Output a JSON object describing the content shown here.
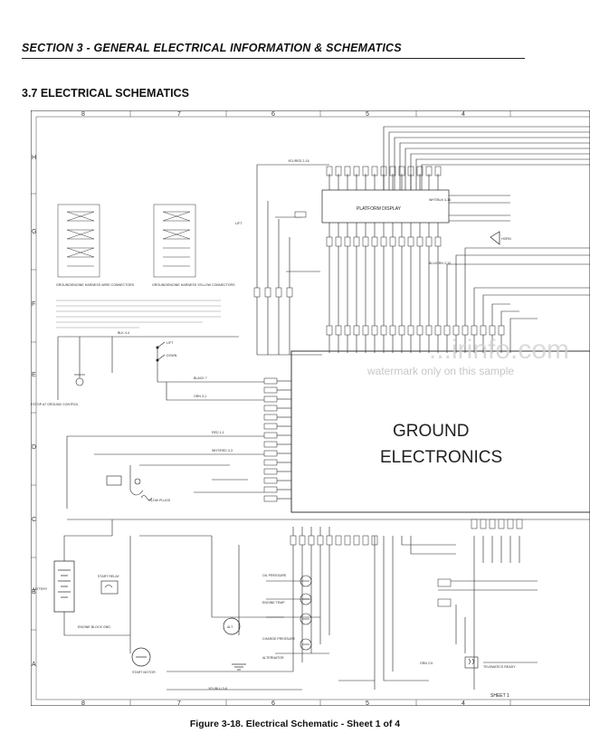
{
  "header": {
    "section_title": "SECTION 3 - GENERAL ELECTRICAL INFORMATION & SCHEMATICS",
    "subsection_title": "3.7    ELECTRICAL SCHEMATICS"
  },
  "diagram": {
    "block_label_line1": "GROUND",
    "block_label_line2": "ELECTRONICS",
    "sheet_label": "SHEET 1",
    "column_markers": [
      "8",
      "7",
      "6",
      "5",
      "4"
    ],
    "row_markers": [
      "H",
      "G",
      "F",
      "E",
      "D",
      "C",
      "B",
      "A"
    ],
    "component_labels": {
      "platform_display": "PLATFORM DISPLAY",
      "glow_plugs": "GLOW PLUGS",
      "lift": "LIFT",
      "down": "DOWN",
      "oil_pressure": "OIL PRESSURE",
      "engine_temp": "ENGINE TEMP",
      "charge_pressure": "CHARGE PRESSURE",
      "alternator": "ALTERNATOR",
      "start_motor": "START MOTOR",
      "battery": "BATTERY",
      "engine_block_gnd": "ENGINE BLOCK GND",
      "telematics_ready": "TELEMATICS READY",
      "horn": "HORN",
      "alt": "ALT",
      "estop": "ESTOP AT GROUND CONTROL",
      "start_relay": "START RELAY",
      "ground_engine_harness_wire_connectors": "GROUND/ENGINE HARNESS WIRE CONNECTORS",
      "ground_engine_harness_yellow_connectors": "GROUND/ENGINE HARNESS YELLOW CONNECTORS"
    },
    "wire_labels": [
      "YEL/RED 2-16",
      "BLK 4-4",
      "WHT/RED 3-3",
      "RED 1-1",
      "BLACK 7",
      "ORN 3-1",
      "YEL/BLU 3-8",
      "WHT/BLK 4-16",
      "BLU/GRN 2-10",
      "GRN 2-5"
    ]
  },
  "watermark": {
    "brand": "...irinfo.com",
    "note": "watermark only on this sample"
  },
  "caption": "Figure 3-18.  Electrical Schematic - Sheet 1 of 4"
}
